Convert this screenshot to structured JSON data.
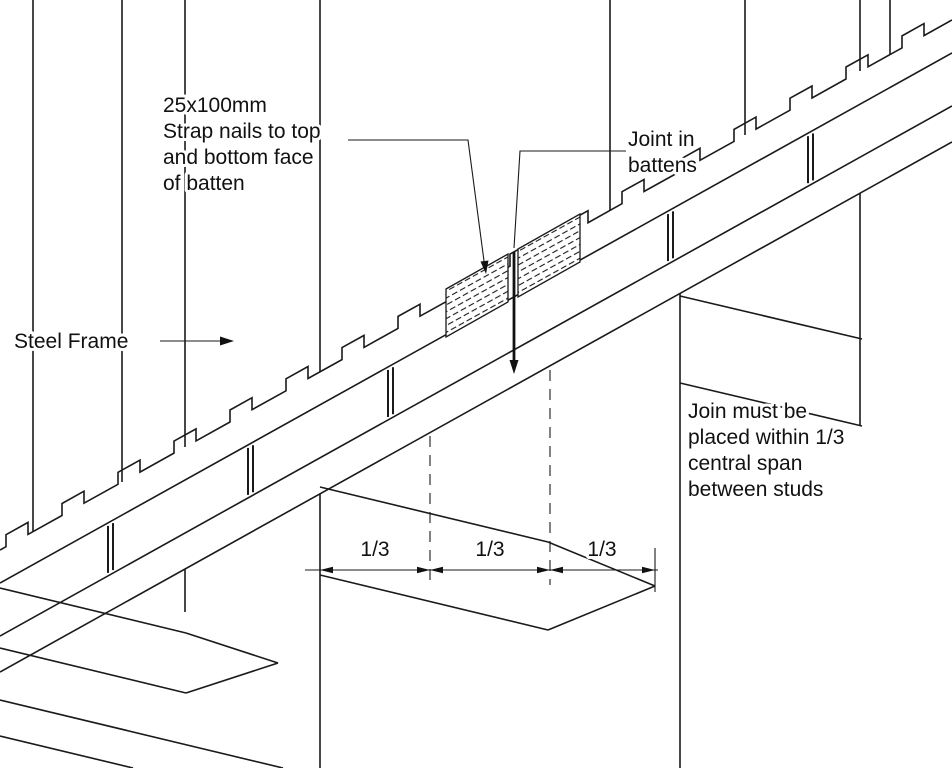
{
  "drawing": {
    "labels": {
      "strap_note": [
        "25x100mm",
        "Strap nails to top",
        "and bottom face",
        "of batten"
      ],
      "joint_note": [
        "Joint in",
        "battens"
      ],
      "steel_frame": "Steel Frame",
      "join_rule": [
        "Join must be",
        "placed within 1/3",
        "central span",
        "between studs"
      ],
      "dim_segments": [
        "1/3",
        "1/3",
        "1/3"
      ]
    },
    "colors": {
      "line": "#1a1a1a",
      "background": "#ffffff"
    }
  }
}
